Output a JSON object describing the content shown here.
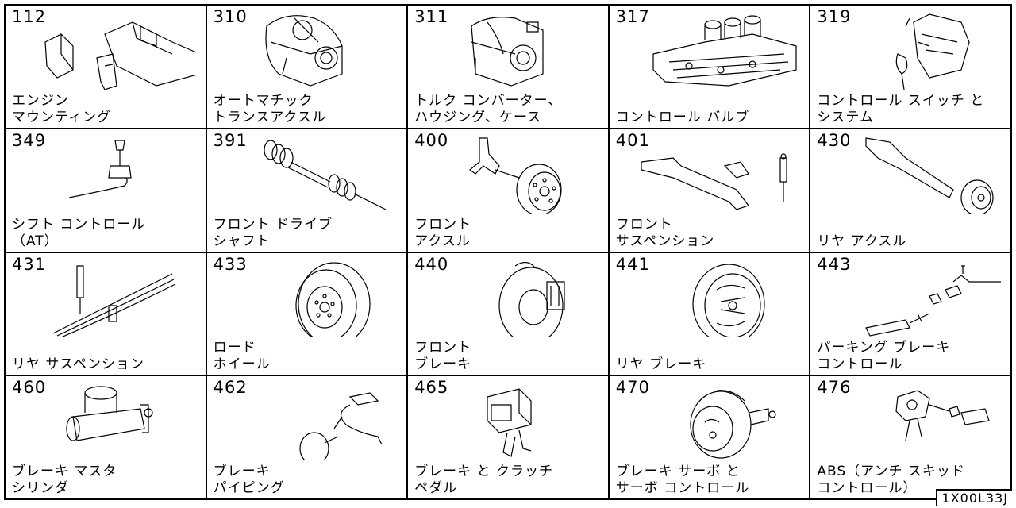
{
  "index_code": "1X00L33J",
  "cells": [
    {
      "num": "112",
      "line1": "エンジン",
      "line2": "マウンティング",
      "icon": "engine-mounting-icon"
    },
    {
      "num": "310",
      "line1": "オートマチック",
      "line2": "トランスアクスル",
      "icon": "automatic-transaxle-icon"
    },
    {
      "num": "311",
      "line1": "トルク コンバーター、",
      "line2": "ハウジング、ケース",
      "icon": "torque-converter-housing-icon"
    },
    {
      "num": "317",
      "line1": "",
      "line2": "コントロール バルブ",
      "icon": "control-valve-icon"
    },
    {
      "num": "319",
      "line1": "コントロール スイッチ と",
      "line2": "システム",
      "icon": "control-switch-system-icon"
    },
    {
      "num": "349",
      "line1": "シフト コントロール",
      "line2": "（AT）",
      "icon": "shift-control-icon"
    },
    {
      "num": "391",
      "line1": "フロント ドライブ",
      "line2": "シャフト",
      "icon": "front-drive-shaft-icon"
    },
    {
      "num": "400",
      "line1": "フロント",
      "line2": "アクスル",
      "icon": "front-axle-icon"
    },
    {
      "num": "401",
      "line1": "フロント",
      "line2": "サスペンション",
      "icon": "front-suspension-icon"
    },
    {
      "num": "430",
      "line1": "",
      "line2": "リヤ アクスル",
      "icon": "rear-axle-icon"
    },
    {
      "num": "431",
      "line1": "",
      "line2": "リヤ サスペンション",
      "icon": "rear-suspension-icon"
    },
    {
      "num": "433",
      "line1": "ロード",
      "line2": "ホイール",
      "icon": "road-wheel-icon"
    },
    {
      "num": "440",
      "line1": "フロント",
      "line2": "ブレーキ",
      "icon": "front-brake-icon"
    },
    {
      "num": "441",
      "line1": "",
      "line2": "リヤ ブレーキ",
      "icon": "rear-brake-icon"
    },
    {
      "num": "443",
      "line1": "パーキング ブレーキ",
      "line2": "コントロール",
      "icon": "parking-brake-control-icon"
    },
    {
      "num": "460",
      "line1": "ブレーキ マスタ",
      "line2": "シリンダ",
      "icon": "brake-master-cylinder-icon"
    },
    {
      "num": "462",
      "line1": "ブレーキ",
      "line2": "パイピング",
      "icon": "brake-piping-icon"
    },
    {
      "num": "465",
      "line1": "ブレーキ と クラッチ",
      "line2": "ペダル",
      "icon": "brake-clutch-pedal-icon"
    },
    {
      "num": "470",
      "line1": "ブレーキ サーボ と",
      "line2": "サーボ コントロール",
      "icon": "brake-servo-icon"
    },
    {
      "num": "476",
      "line1": "ABS（アンチ スキッド",
      "line2": "コントロール）",
      "icon": "abs-control-icon"
    }
  ]
}
